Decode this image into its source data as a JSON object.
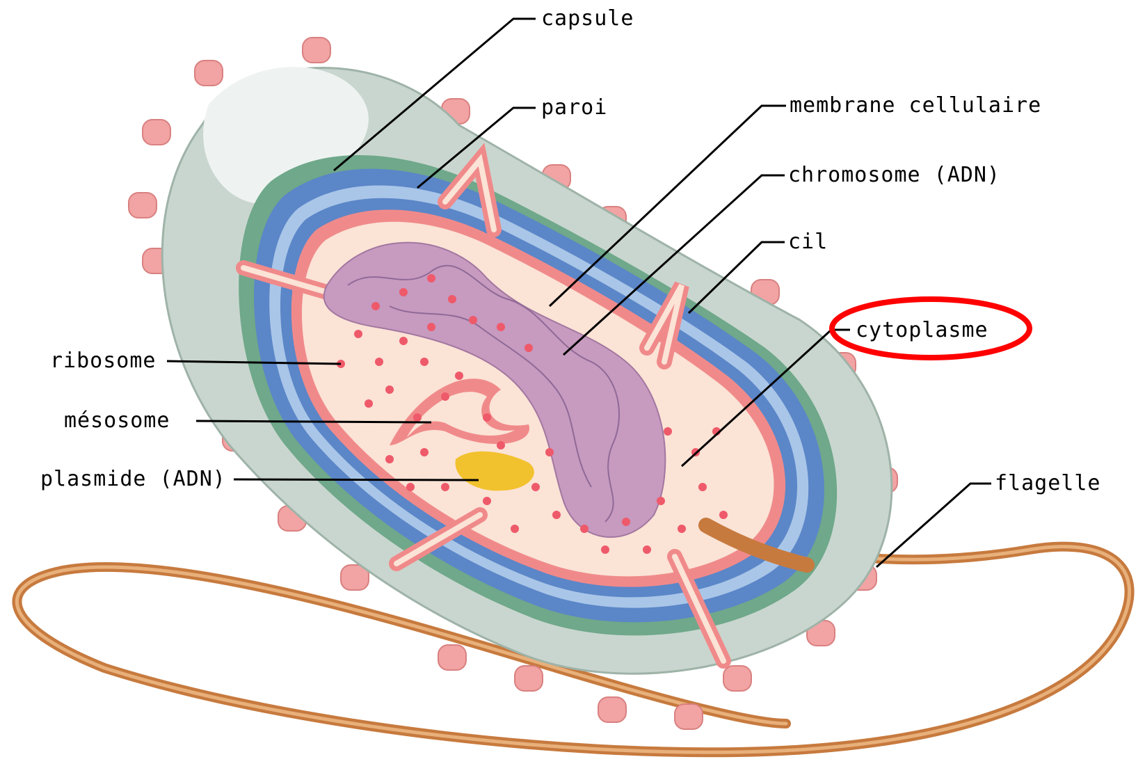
{
  "labels": {
    "capsule": "capsule",
    "paroi": "paroi",
    "membrane": "membrane cellulaire",
    "chromosome": "chromosome (ADN)",
    "cil": "cil",
    "cytoplasme": "cytoplasme",
    "flagelle": "flagelle",
    "ribosome": "ribosome",
    "mesosome": "mésosome",
    "plasmide": "plasmide (ADN)"
  },
  "highlight": {
    "target": "cytoplasme",
    "color": "#ff0000"
  },
  "colors": {
    "capsule": "#c9d6cf",
    "capsule_highlight": "#eef3f1",
    "paroi_green": "#6fa88a",
    "wall_blue": "#5b86c8",
    "wall_light": "#a9c6e8",
    "membrane": "#f08a8a",
    "cytoplasm": "#fbe3d6",
    "chromosome": "#c79ac0",
    "ribosome": "#ee5a6a",
    "plasmid": "#f2c12e",
    "pili": "#f2a3a3",
    "flagellum": "#c77a3e"
  }
}
